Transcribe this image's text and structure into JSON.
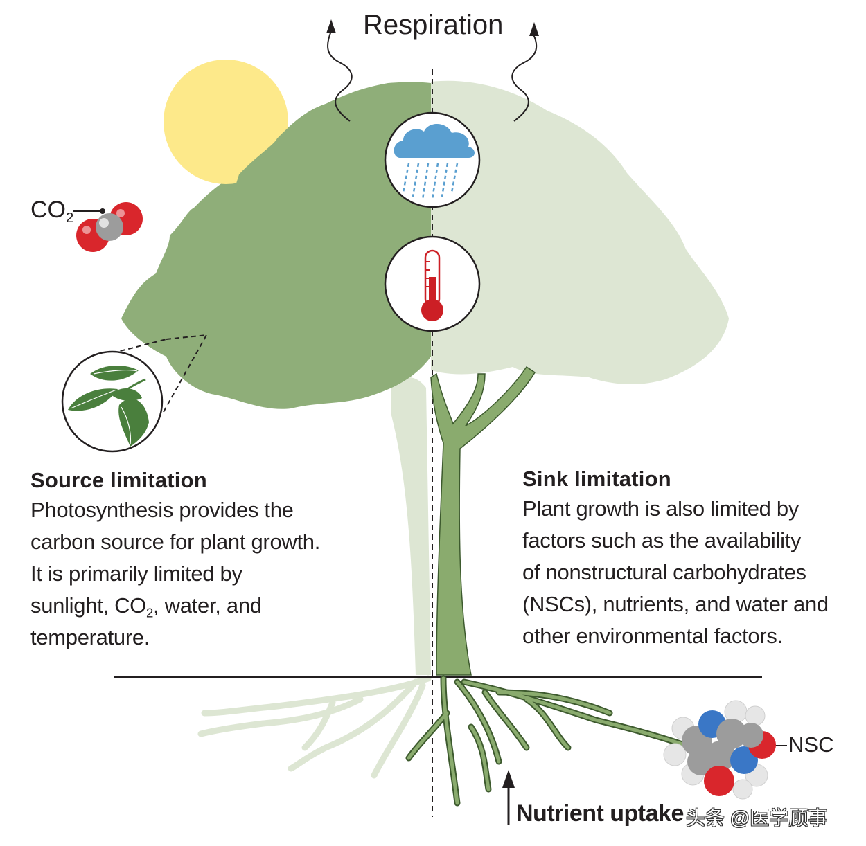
{
  "labels": {
    "respiration": "Respiration",
    "co2_prefix": "CO",
    "co2_sub": "2",
    "nsc": "NSC",
    "nutrient_uptake": "Nutrient uptake",
    "watermark": "头条 @医学顾事"
  },
  "source": {
    "heading": "Source limitation",
    "lines": [
      "Photosynthesis provides the",
      "carbon source for plant growth.",
      "It is primarily limited by"
    ],
    "line4_a": "sunlight, CO",
    "line4_sub": "2",
    "line4_b": ", water, and",
    "line5": "temperature."
  },
  "sink": {
    "heading": "Sink limitation",
    "lines": [
      "Plant growth is also limited by",
      "factors such as the availability",
      "of nonstructural carbohydrates",
      "(NSCs), nutrients, and water and",
      "other environmental factors."
    ]
  },
  "icons": {
    "sun": "sun-icon",
    "rain": "rain-cloud-icon",
    "thermometer": "thermometer-icon",
    "leaves": "leaves-icon",
    "co2_molecule": "co2-molecule-icon",
    "nsc_molecule": "nsc-molecule-icon"
  },
  "colors": {
    "canopy_dark": "#8fae79",
    "canopy_light": "#dde6d3",
    "trunk": "#8aab6e",
    "sun": "#fde98a",
    "rain": "#5a9fd0",
    "thermometer": "#cc1f25",
    "oxygen": "#d9262c",
    "carbon": "#9c9c9c",
    "nitrogen": "#3a77c6"
  }
}
